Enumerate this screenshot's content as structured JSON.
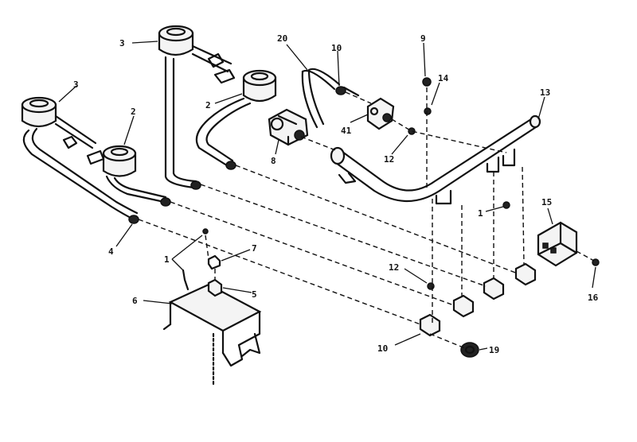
{
  "callouts": [
    {
      "id": "c-3a",
      "text": "3"
    },
    {
      "id": "c-3b",
      "text": "3"
    },
    {
      "id": "c-2a",
      "text": "2"
    },
    {
      "id": "c-2b",
      "text": "2"
    },
    {
      "id": "c-20",
      "text": "20"
    },
    {
      "id": "c-10a",
      "text": "10"
    },
    {
      "id": "c-9",
      "text": "9"
    },
    {
      "id": "c-14",
      "text": "14"
    },
    {
      "id": "c-13",
      "text": "13"
    },
    {
      "id": "c-41",
      "text": "41"
    },
    {
      "id": "c-8",
      "text": "8"
    },
    {
      "id": "c-12a",
      "text": "12"
    },
    {
      "id": "c-4",
      "text": "4"
    },
    {
      "id": "c-1a",
      "text": "1"
    },
    {
      "id": "c-7",
      "text": "7"
    },
    {
      "id": "c-5",
      "text": "5"
    },
    {
      "id": "c-6",
      "text": "6"
    },
    {
      "id": "c-12b",
      "text": "12"
    },
    {
      "id": "c-1b",
      "text": "1"
    },
    {
      "id": "c-15",
      "text": "15"
    },
    {
      "id": "c-16",
      "text": "16"
    },
    {
      "id": "c-10b",
      "text": "10"
    },
    {
      "id": "c-19",
      "text": "19"
    }
  ]
}
